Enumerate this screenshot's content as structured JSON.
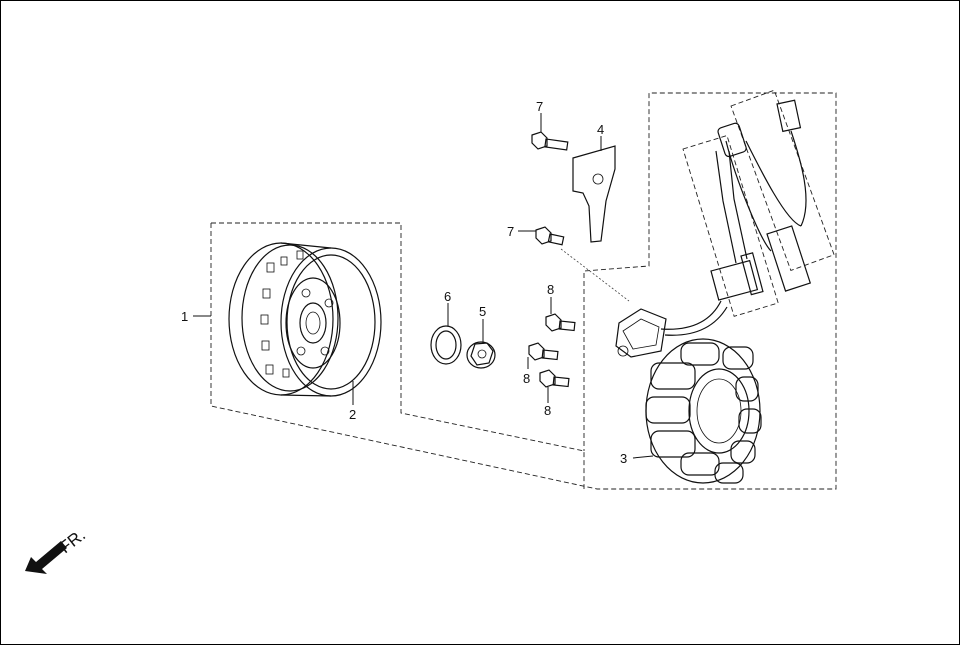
{
  "callouts": [
    "1",
    "2",
    "3",
    "4",
    "5",
    "6",
    "7",
    "7",
    "8",
    "8",
    "8"
  ],
  "direction_label": "FR."
}
